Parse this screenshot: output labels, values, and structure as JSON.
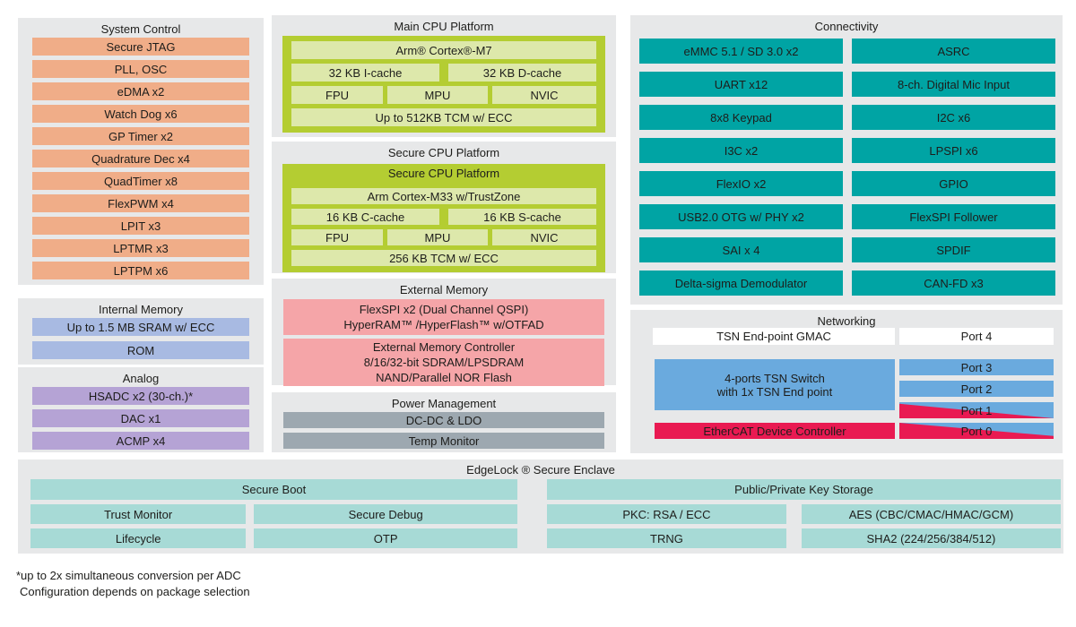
{
  "palette": {
    "panel_bg": "#e7e8e9",
    "orange": "#f0ad88",
    "periwinkle": "#a8bae2",
    "purple": "#b5a3d5",
    "lime_green": "#b4cd32",
    "pale_green": "#dde8ab",
    "teal": "#00a4a4",
    "pink": "#f5a5a8",
    "gray": "#9da8b0",
    "sky_blue": "#6aaade",
    "crimson": "#e91a52",
    "aqua": "#a7dad6",
    "white": "#ffffff"
  },
  "system_control": {
    "title": "System Control",
    "items": [
      "Secure JTAG",
      "PLL, OSC",
      "eDMA x2",
      "Watch Dog x6",
      "GP Timer x2",
      "Quadrature Dec x4",
      "QuadTimer x8",
      "FlexPWM x4",
      "LPIT x3",
      "LPTMR x3",
      "LPTPM x6"
    ]
  },
  "internal_memory": {
    "title": "Internal Memory",
    "items": [
      "Up to 1.5 MB SRAM w/ ECC",
      "ROM"
    ]
  },
  "analog": {
    "title": "Analog",
    "items": [
      "HSADC x2 (30-ch.)*",
      "DAC x1",
      "ACMP x4"
    ]
  },
  "main_cpu": {
    "title": "Main CPU Platform",
    "core": "Arm® Cortex®-M7",
    "icache": "32 KB I-cache",
    "dcache": "32 KB D-cache",
    "fpu": "FPU",
    "mpu": "MPU",
    "nvic": "NVIC",
    "tcm": "Up to 512KB TCM w/ ECC"
  },
  "secure_cpu": {
    "title": "Secure CPU Platform",
    "inner_title": "Secure CPU Platform",
    "core": "Arm Cortex-M33 w/TrustZone",
    "ccache": "16 KB C-cache",
    "scache": "16 KB S-cache",
    "fpu": "FPU",
    "mpu": "MPU",
    "nvic": "NVIC",
    "tcm": "256 KB TCM w/ ECC"
  },
  "external_memory": {
    "title": "External Memory",
    "box1_line1": "FlexSPI x2 (Dual Channel QSPI)",
    "box1_line2": "HyperRAM™ /HyperFlash™ w/OTFAD",
    "box2_line1": "External Memory Controller",
    "box2_line2": "8/16/32-bit SDRAM/LPSDRAM",
    "box2_line3": "NAND/Parallel NOR Flash"
  },
  "power": {
    "title": "Power Management",
    "items": [
      "DC-DC & LDO",
      "Temp Monitor"
    ]
  },
  "connectivity": {
    "title": "Connectivity",
    "left": [
      "eMMC 5.1 / SD 3.0 x2",
      "UART x12",
      "8x8 Keypad",
      "I3C x2",
      "FlexIO x2",
      "USB2.0 OTG w/ PHY x2",
      "SAI x 4",
      "Delta-sigma Demodulator"
    ],
    "right": [
      "ASRC",
      "8-ch. Digital Mic Input",
      "I2C x6",
      "LPSPI x6",
      "GPIO",
      "FlexSPI Follower",
      "SPDIF",
      "CAN-FD x3"
    ]
  },
  "networking": {
    "title": "Networking",
    "gmac": "TSN End-point GMAC",
    "port4": "Port 4",
    "switch_line1": "4-ports TSN Switch",
    "switch_line2": "with 1x TSN End point",
    "port3": "Port 3",
    "port2": "Port 2",
    "port1": "Port 1",
    "port0": "Port 0",
    "ethercat": "EtherCAT Device Controller"
  },
  "edgelock": {
    "title": "EdgeLock ® Secure Enclave",
    "secure_boot": "Secure Boot",
    "key_storage": "Public/Private Key Storage",
    "trust_monitor": "Trust Monitor",
    "secure_debug": "Secure Debug",
    "lifecycle": "Lifecycle",
    "otp": "OTP",
    "pkc": "PKC: RSA / ECC",
    "aes": "AES (CBC/CMAC/HMAC/GCM)",
    "trng": "TRNG",
    "sha2": "SHA2 (224/256/384/512)"
  },
  "footnote": {
    "line1": "*up to 2x simultaneous conversion per ADC",
    "line2": "Configuration depends on package selection"
  }
}
